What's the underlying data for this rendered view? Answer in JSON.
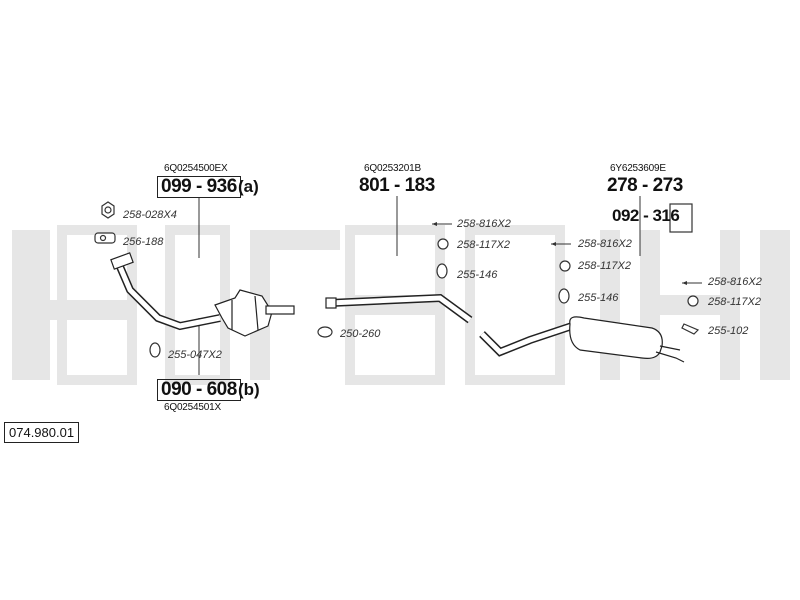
{
  "diagram": {
    "catalog_number": "074.980.01",
    "groups": [
      {
        "ref": "6Q0254500EX",
        "part": "099 - 936",
        "suffix": "(a)"
      },
      {
        "ref": "6Q0254501X",
        "part": "090 - 608",
        "suffix": "(b)"
      },
      {
        "ref": "6Q0253201B",
        "part": "801 - 183"
      },
      {
        "ref": "6Y6253609E",
        "part": "278 - 273",
        "sub_part": "092 - 316"
      }
    ],
    "small_parts": [
      "258-028X4",
      "256-188",
      "255-047X2",
      "250-260",
      "258-816X2",
      "258-117X2",
      "255-146",
      "258-816X2",
      "258-117X2",
      "255-146",
      "258-816X2",
      "258-117X2",
      "255-102"
    ]
  }
}
